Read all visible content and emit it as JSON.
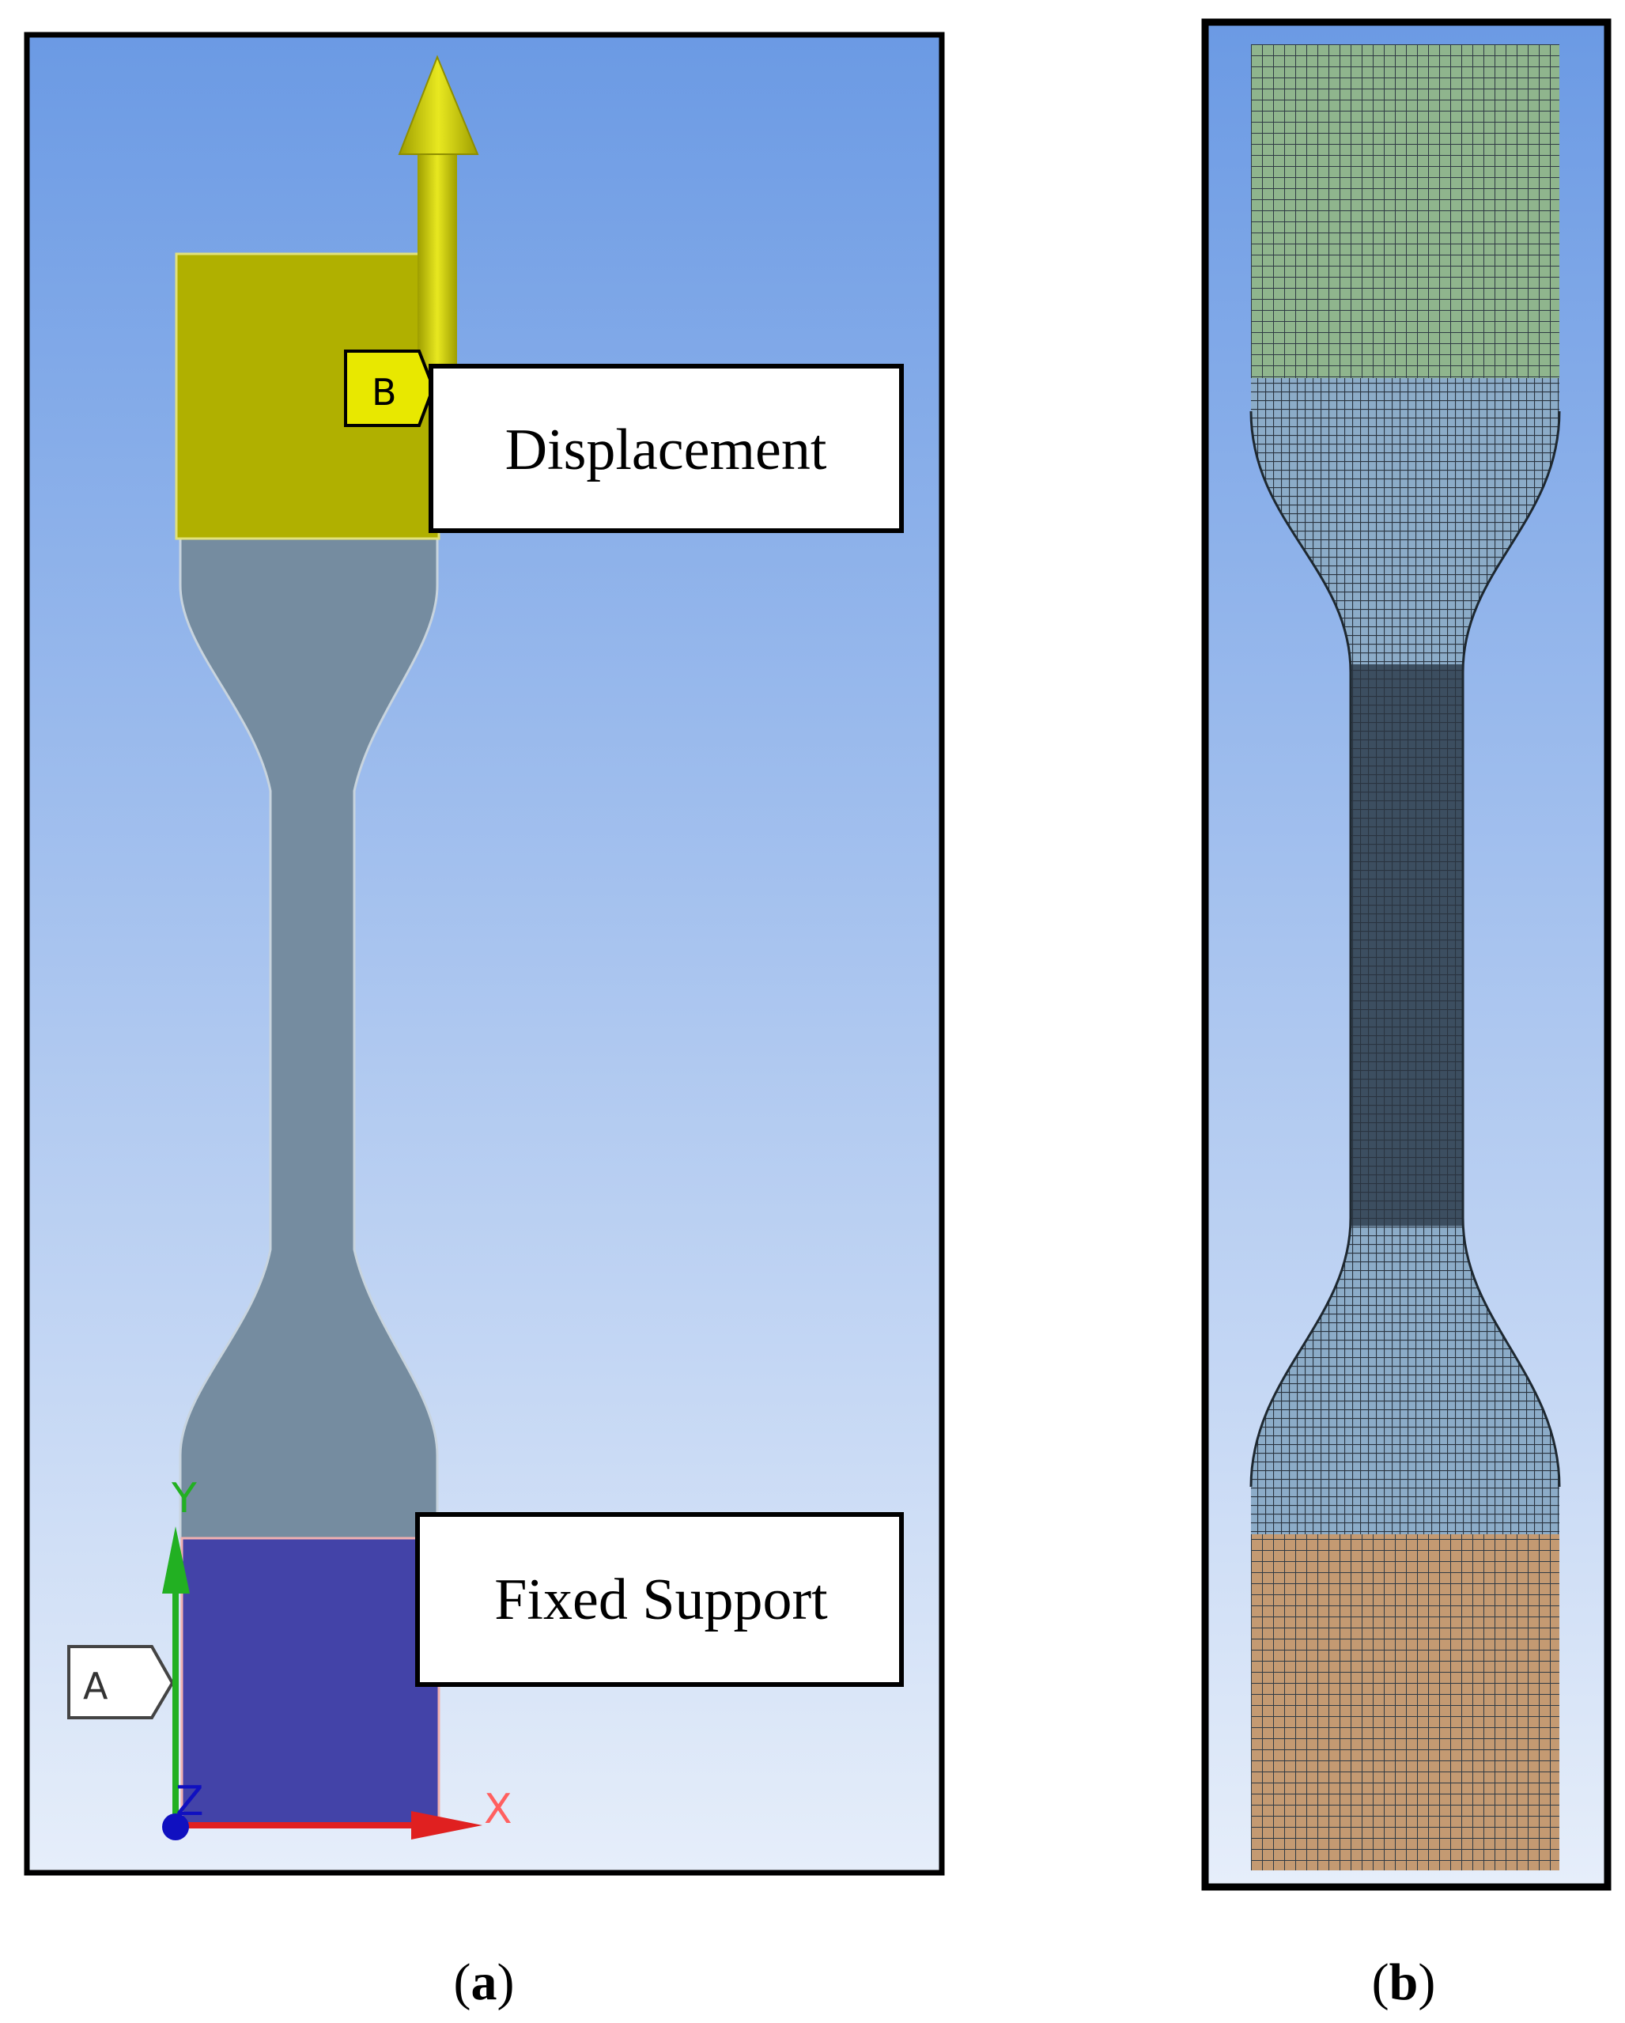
{
  "panel_a": {
    "callout_displacement": "Displacement",
    "callout_fixed_support": "Fixed Support",
    "tag_b": "B",
    "tag_a": "A",
    "axis_y": "Y",
    "axis_x": "X",
    "axis_z": "Z",
    "caption_open": "(",
    "caption_letter": "a",
    "caption_close": ")"
  },
  "panel_b": {
    "caption_open": "(",
    "caption_letter": "b",
    "caption_close": ")"
  },
  "colors": {
    "background_top": "#6b9ae4",
    "background_bottom": "#e6eefa",
    "specimen_body": "#758ca0",
    "displacement_region": "#b0b000",
    "fixed_support_region": "#4343a8",
    "arrow_yellow": "#d6d600",
    "mesh_top": "#8fb58d",
    "mesh_middle": "#8cacc8",
    "mesh_bottom": "#c49a72",
    "axis_y_color": "#22b022",
    "axis_x_color": "#e02020",
    "axis_z_color": "#1010c0"
  }
}
